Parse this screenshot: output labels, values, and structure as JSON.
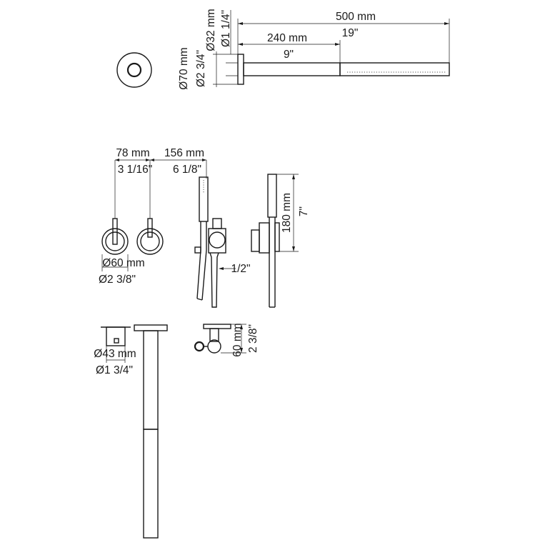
{
  "dimensions": {
    "shower_arm_length_mm": "500 mm",
    "shower_arm_length_in": "19\"",
    "shower_head_length_mm": "240 mm",
    "shower_head_length_in": "9\"",
    "arm_diameter_mm": "Ø32 mm",
    "arm_diameter_in": "Ø1 1/4\"",
    "flange_diameter_mm": "Ø70 mm",
    "flange_diameter_in": "Ø2 3/4\"",
    "handle_spacing_mm": "78 mm",
    "handle_spacing_in": "3 1/16\"",
    "hand_shower_offset_mm": "156 mm",
    "hand_shower_offset_in": "6 1/8\"",
    "handle_diameter_mm": "Ø60 mm",
    "handle_diameter_in": "Ø2 3/8\"",
    "hose_connection": "1/2\"",
    "hand_shower_height_mm": "180 mm",
    "hand_shower_height_in": "7\"",
    "valve_diameter_mm": "Ø43 mm",
    "valve_diameter_in": "Ø1 3/4\"",
    "holder_projection_mm": "60 mm",
    "holder_projection_in": "2 3/8\""
  }
}
